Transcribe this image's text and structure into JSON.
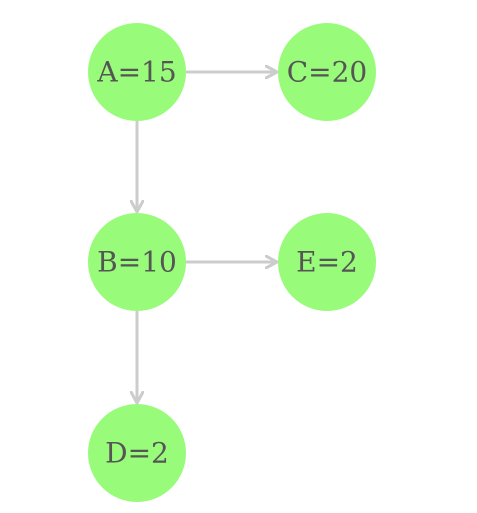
{
  "colors": {
    "node_fill": "#98fb7a",
    "edge_stroke": "#cccccc",
    "label_text": "#555555",
    "background": "#ffffff"
  },
  "diagram": {
    "type": "tree",
    "nodes": [
      {
        "id": "A",
        "label": "A=15"
      },
      {
        "id": "B",
        "label": "B=10"
      },
      {
        "id": "C",
        "label": "C=20"
      },
      {
        "id": "D",
        "label": "D=2"
      },
      {
        "id": "E",
        "label": "E=2"
      }
    ],
    "edges": [
      {
        "from": "A",
        "to": "C"
      },
      {
        "from": "A",
        "to": "B"
      },
      {
        "from": "B",
        "to": "E"
      },
      {
        "from": "B",
        "to": "D"
      }
    ]
  }
}
